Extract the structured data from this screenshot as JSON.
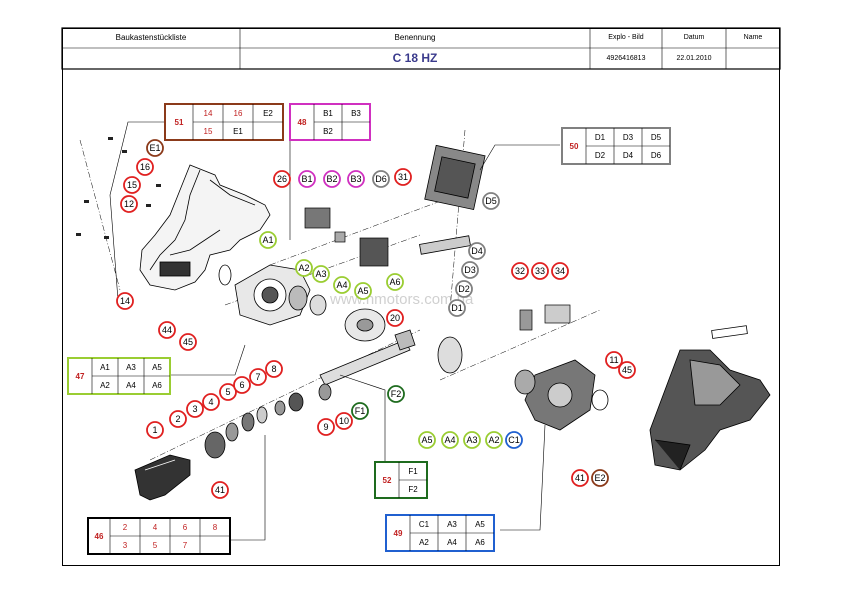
{
  "header": {
    "col1": "Baukastenstückliste",
    "col2": "Benennung",
    "col3": "Explo - Bild",
    "col4": "Datum",
    "col5": "Name",
    "model": "C 18 HZ",
    "explo_number": "4926416813",
    "date": "22.01.2010"
  },
  "watermark": "www.hmotors.com.ua",
  "kits": [
    {
      "id": "51",
      "color": "#8b3a1a",
      "cells": [
        [
          "14",
          "16",
          "E2"
        ],
        [
          "15",
          "E1",
          ""
        ]
      ],
      "cellColors": [
        [
          "#c02020",
          "#c02020",
          "#000"
        ],
        [
          "#c02020",
          "#000",
          "#000"
        ]
      ]
    },
    {
      "id": "48",
      "color": "#d030c0",
      "cells": [
        [
          "B1",
          "B3"
        ],
        [
          "B2",
          ""
        ]
      ]
    },
    {
      "id": "50",
      "color": "#808080",
      "cells": [
        [
          "D1",
          "D3",
          "D5"
        ],
        [
          "D2",
          "D4",
          "D6"
        ]
      ]
    },
    {
      "id": "47",
      "color": "#9acd32",
      "cells": [
        [
          "A1",
          "A3",
          "A5"
        ],
        [
          "A2",
          "A4",
          "A6"
        ]
      ]
    },
    {
      "id": "52",
      "color": "#1e6b1e",
      "cells": [
        [
          "F1"
        ],
        [
          "F2"
        ]
      ]
    },
    {
      "id": "46",
      "color": "#000000",
      "cells": [
        [
          "2",
          "4",
          "6",
          "8"
        ],
        [
          "3",
          "5",
          "7",
          ""
        ]
      ],
      "cellColors": [
        [
          "#c02020",
          "#c02020",
          "#c02020",
          "#c02020"
        ],
        [
          "#c02020",
          "#c02020",
          "#c02020",
          "#000"
        ]
      ]
    },
    {
      "id": "49",
      "color": "#2060d0",
      "cells": [
        [
          "C1",
          "A3",
          "A5"
        ],
        [
          "A2",
          "A4",
          "A6"
        ]
      ]
    }
  ],
  "callouts": [
    {
      "label": "E1",
      "color": "#8b3a1a"
    },
    {
      "label": "16",
      "color": "#e02020"
    },
    {
      "label": "15",
      "color": "#e02020"
    },
    {
      "label": "12",
      "color": "#e02020"
    },
    {
      "label": "14",
      "color": "#e02020"
    },
    {
      "label": "26",
      "color": "#e02020"
    },
    {
      "label": "A1",
      "color": "#9acd32"
    },
    {
      "label": "B1",
      "color": "#d030c0"
    },
    {
      "label": "B2",
      "color": "#d030c0"
    },
    {
      "label": "B3",
      "color": "#d030c0"
    },
    {
      "label": "D6",
      "color": "#808080"
    },
    {
      "label": "31",
      "color": "#e02020"
    },
    {
      "label": "D5",
      "color": "#808080"
    },
    {
      "label": "D4",
      "color": "#808080"
    },
    {
      "label": "D3",
      "color": "#808080"
    },
    {
      "label": "D2",
      "color": "#808080"
    },
    {
      "label": "D1",
      "color": "#808080"
    },
    {
      "label": "A2",
      "color": "#9acd32"
    },
    {
      "label": "A3",
      "color": "#9acd32"
    },
    {
      "label": "A4",
      "color": "#9acd32"
    },
    {
      "label": "A5",
      "color": "#9acd32"
    },
    {
      "label": "A6",
      "color": "#9acd32"
    },
    {
      "label": "32",
      "color": "#e02020"
    },
    {
      "label": "33",
      "color": "#e02020"
    },
    {
      "label": "34",
      "color": "#e02020"
    },
    {
      "label": "20",
      "color": "#e02020"
    },
    {
      "label": "44",
      "color": "#e02020"
    },
    {
      "label": "45",
      "color": "#e02020"
    },
    {
      "label": "1",
      "color": "#e02020"
    },
    {
      "label": "2",
      "color": "#e02020"
    },
    {
      "label": "3",
      "color": "#e02020"
    },
    {
      "label": "4",
      "color": "#e02020"
    },
    {
      "label": "5",
      "color": "#e02020"
    },
    {
      "label": "6",
      "color": "#e02020"
    },
    {
      "label": "7",
      "color": "#e02020"
    },
    {
      "label": "8",
      "color": "#e02020"
    },
    {
      "label": "9",
      "color": "#e02020"
    },
    {
      "label": "10",
      "color": "#e02020"
    },
    {
      "label": "F1",
      "color": "#1e6b1e"
    },
    {
      "label": "F2",
      "color": "#1e6b1e"
    },
    {
      "label": "41",
      "color": "#e02020"
    },
    {
      "label": "A5",
      "color": "#9acd32"
    },
    {
      "label": "A4",
      "color": "#9acd32"
    },
    {
      "label": "A3",
      "color": "#9acd32"
    },
    {
      "label": "A2",
      "color": "#9acd32"
    },
    {
      "label": "C1",
      "color": "#2060d0"
    },
    {
      "label": "11",
      "color": "#e02020"
    },
    {
      "label": "45",
      "color": "#e02020"
    },
    {
      "label": "41",
      "color": "#e02020"
    },
    {
      "label": "E2",
      "color": "#8b3a1a"
    }
  ]
}
